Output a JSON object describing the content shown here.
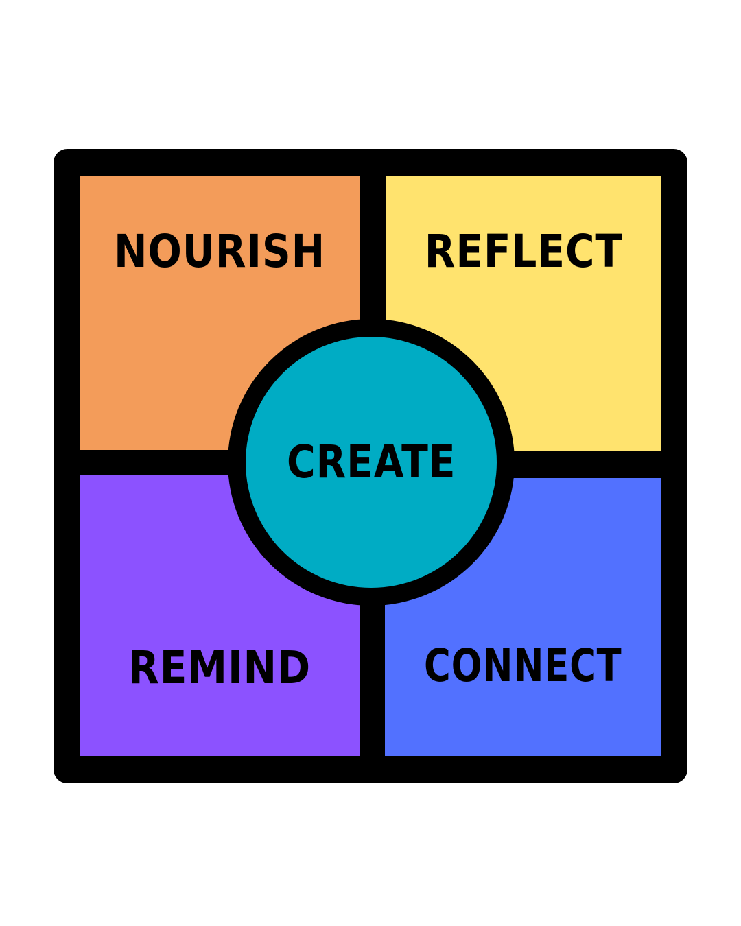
{
  "diagram": {
    "quadrants": [
      {
        "label": "NOURISH",
        "color": "#F39C5A"
      },
      {
        "label": "REFLECT",
        "color": "#FFE36E"
      },
      {
        "label": "REMIND",
        "color": "#8C52FF"
      },
      {
        "label": "CONNECT",
        "color": "#5271FF"
      }
    ],
    "center": {
      "label": "CREATE",
      "color": "#00ACC4"
    },
    "outline_color": "#000000"
  }
}
